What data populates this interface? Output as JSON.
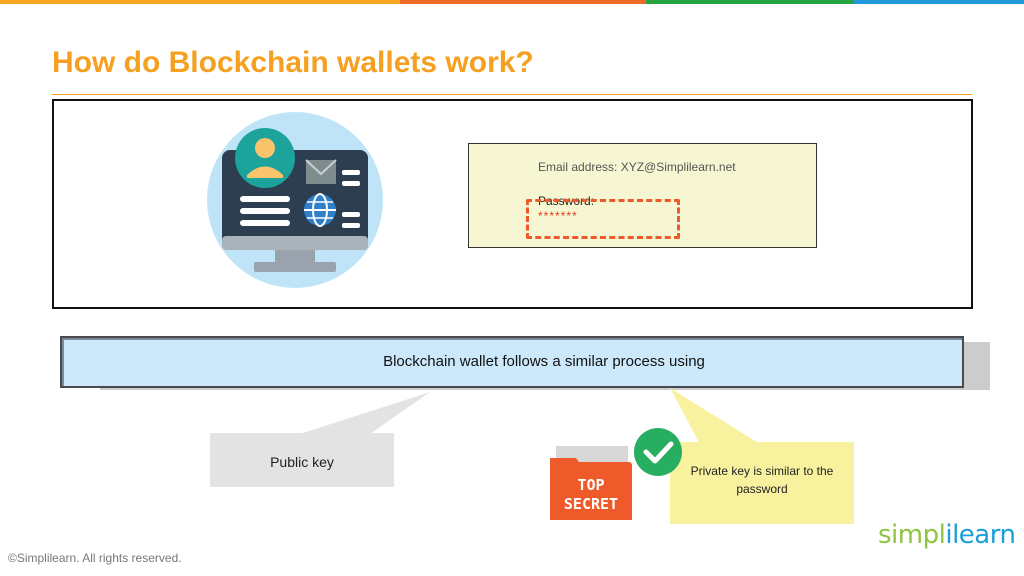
{
  "header": {
    "title": "How do Blockchain wallets work?"
  },
  "top_bar_colors": [
    "#f5a623",
    "#ef6a2a",
    "#27a33f",
    "#2196d8"
  ],
  "login_form": {
    "email_line": "Email address: XYZ@Simplilearn.net",
    "password_label": "Password:",
    "password_value": "*******"
  },
  "illustration": {
    "icons": [
      "computer-monitor-icon",
      "user-avatar-icon",
      "mail-icon",
      "globe-icon"
    ]
  },
  "banner": {
    "text": "Blockchain wallet follows a similar process using"
  },
  "callouts": {
    "public_key": "Public key",
    "private_key": "Private key is similar to the password"
  },
  "folder": {
    "line1": "TOP",
    "line2": "SECRET"
  },
  "footer": {
    "copyright": "©Simplilearn. All rights reserved."
  },
  "brand": {
    "part1": "simpl",
    "part2": "i",
    "part3": "learn",
    "accent": "#f5a020"
  }
}
